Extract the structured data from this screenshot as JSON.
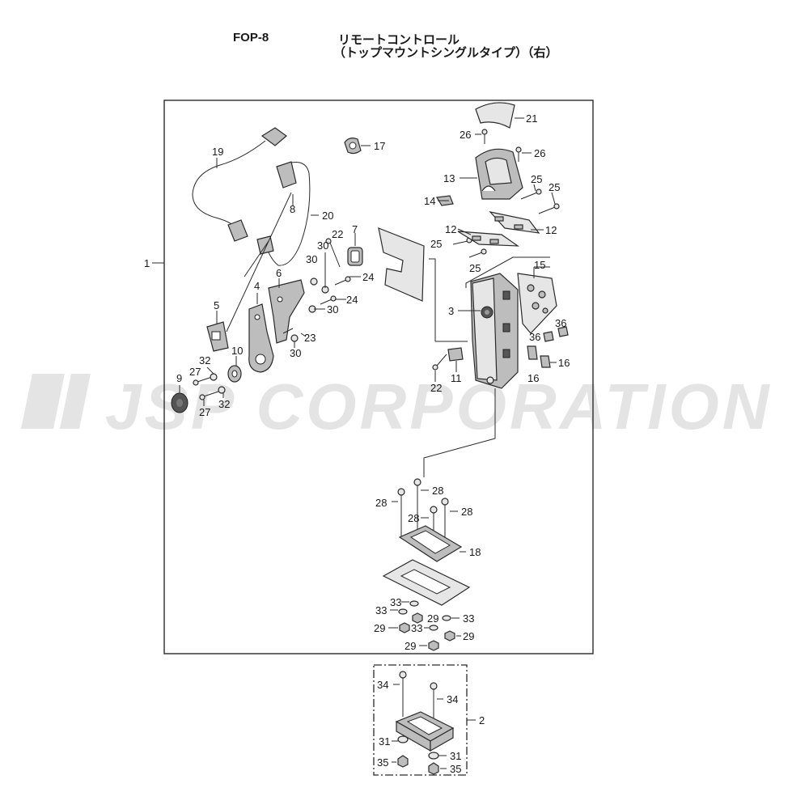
{
  "header": {
    "code": "FOP-8",
    "title_line1": "リモートコントロール",
    "title_line2": "（トップマウントシングルタイプ）（右）"
  },
  "watermark": "JSP CORPORATION",
  "callouts": {
    "c1": "1",
    "c2": "2",
    "c3": "3",
    "c4": "4",
    "c5": "5",
    "c6": "6",
    "c7": "7",
    "c8": "8",
    "c9": "9",
    "c10": "10",
    "c11": "11",
    "c12": "12",
    "c13": "13",
    "c14": "14",
    "c15": "15",
    "c16": "16",
    "c17": "17",
    "c18": "18",
    "c19": "19",
    "c20": "20",
    "c21": "21",
    "c22": "22",
    "c23": "23",
    "c24": "24",
    "c25": "25",
    "c26": "26",
    "c27": "27",
    "c28": "28",
    "c29": "29",
    "c30": "30",
    "c31": "31",
    "c32": "32",
    "c33": "33",
    "c34": "34",
    "c35": "35",
    "c36": "36"
  }
}
